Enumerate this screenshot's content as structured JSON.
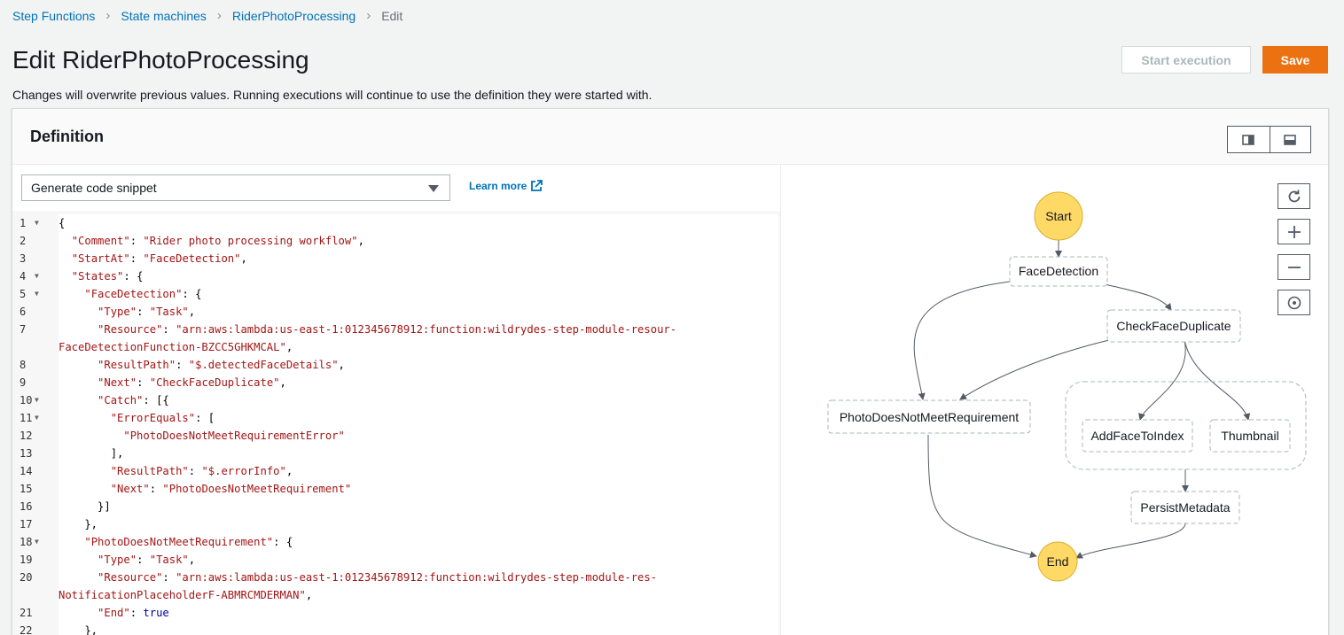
{
  "breadcrumb": {
    "items": [
      "Step Functions",
      "State machines",
      "RiderPhotoProcessing"
    ],
    "current": "Edit"
  },
  "page": {
    "title": "Edit RiderPhotoProcessing",
    "subtitle": "Changes will overwrite previous values. Running executions will continue to use the definition they were started with."
  },
  "actions": {
    "start_execution": "Start execution",
    "save": "Save"
  },
  "definition": {
    "title": "Definition",
    "snippet_select": "Generate code snippet",
    "learn_more": "Learn more",
    "code_lines": [
      {
        "n": "1",
        "fold": true,
        "html": "{"
      },
      {
        "n": "2",
        "fold": false,
        "html": "  <span class=\"k\">\"Comment\"</span>: <span class=\"s\">\"Rider photo processing workflow\"</span>,"
      },
      {
        "n": "3",
        "fold": false,
        "html": "  <span class=\"k\">\"StartAt\"</span>: <span class=\"s\">\"FaceDetection\"</span>,"
      },
      {
        "n": "4",
        "fold": true,
        "html": "  <span class=\"k\">\"States\"</span>: {"
      },
      {
        "n": "5",
        "fold": true,
        "html": "    <span class=\"k\">\"FaceDetection\"</span>: {"
      },
      {
        "n": "6",
        "fold": false,
        "html": "      <span class=\"k\">\"Type\"</span>: <span class=\"s\">\"Task\"</span>,"
      },
      {
        "n": "7",
        "fold": false,
        "html": "      <span class=\"k\">\"Resource\"</span>: <span class=\"s\">\"arn:aws:lambda:us-east-1:012345678912:function:wildrydes-step-module-resour-</span>"
      },
      {
        "n": "",
        "fold": false,
        "html": "<span class=\"s\">FaceDetectionFunction-BZCC5GHKMCAL\"</span>,"
      },
      {
        "n": "8",
        "fold": false,
        "html": "      <span class=\"k\">\"ResultPath\"</span>: <span class=\"s\">\"$.detectedFaceDetails\"</span>,"
      },
      {
        "n": "9",
        "fold": false,
        "html": "      <span class=\"k\">\"Next\"</span>: <span class=\"s\">\"CheckFaceDuplicate\"</span>,"
      },
      {
        "n": "10",
        "fold": true,
        "html": "      <span class=\"k\">\"Catch\"</span>: [{"
      },
      {
        "n": "11",
        "fold": true,
        "html": "        <span class=\"k\">\"ErrorEquals\"</span>: ["
      },
      {
        "n": "12",
        "fold": false,
        "html": "          <span class=\"s\">\"PhotoDoesNotMeetRequirementError\"</span>"
      },
      {
        "n": "13",
        "fold": false,
        "html": "        ],"
      },
      {
        "n": "14",
        "fold": false,
        "html": "        <span class=\"k\">\"ResultPath\"</span>: <span class=\"s\">\"$.errorInfo\"</span>,"
      },
      {
        "n": "15",
        "fold": false,
        "html": "        <span class=\"k\">\"Next\"</span>: <span class=\"s\">\"PhotoDoesNotMeetRequirement\"</span>"
      },
      {
        "n": "16",
        "fold": false,
        "html": "      }]"
      },
      {
        "n": "17",
        "fold": false,
        "html": "    },"
      },
      {
        "n": "18",
        "fold": true,
        "html": "    <span class=\"k\">\"PhotoDoesNotMeetRequirement\"</span>: {"
      },
      {
        "n": "19",
        "fold": false,
        "html": "      <span class=\"k\">\"Type\"</span>: <span class=\"s\">\"Task\"</span>,"
      },
      {
        "n": "20",
        "fold": false,
        "html": "      <span class=\"k\">\"Resource\"</span>: <span class=\"s\">\"arn:aws:lambda:us-east-1:012345678912:function:wildrydes-step-module-res-</span>"
      },
      {
        "n": "",
        "fold": false,
        "html": "<span class=\"s\">NotificationPlaceholderF-ABMRCMDERMAN\"</span>,"
      },
      {
        "n": "21",
        "fold": false,
        "html": "      <span class=\"k\">\"End\"</span>: <span class=\"b\">true</span>"
      },
      {
        "n": "22",
        "fold": false,
        "html": "    },"
      }
    ]
  },
  "graph": {
    "start": "Start",
    "end": "End",
    "nodes": {
      "face_detection": "FaceDetection",
      "check_face_duplicate": "CheckFaceDuplicate",
      "photo_does_not_meet": "PhotoDoesNotMeetRequirement",
      "add_face_to_index": "AddFaceToIndex",
      "thumbnail": "Thumbnail",
      "persist_metadata": "PersistMetadata"
    },
    "state_fill": "#ffd966",
    "state_stroke": "#d7b032"
  }
}
